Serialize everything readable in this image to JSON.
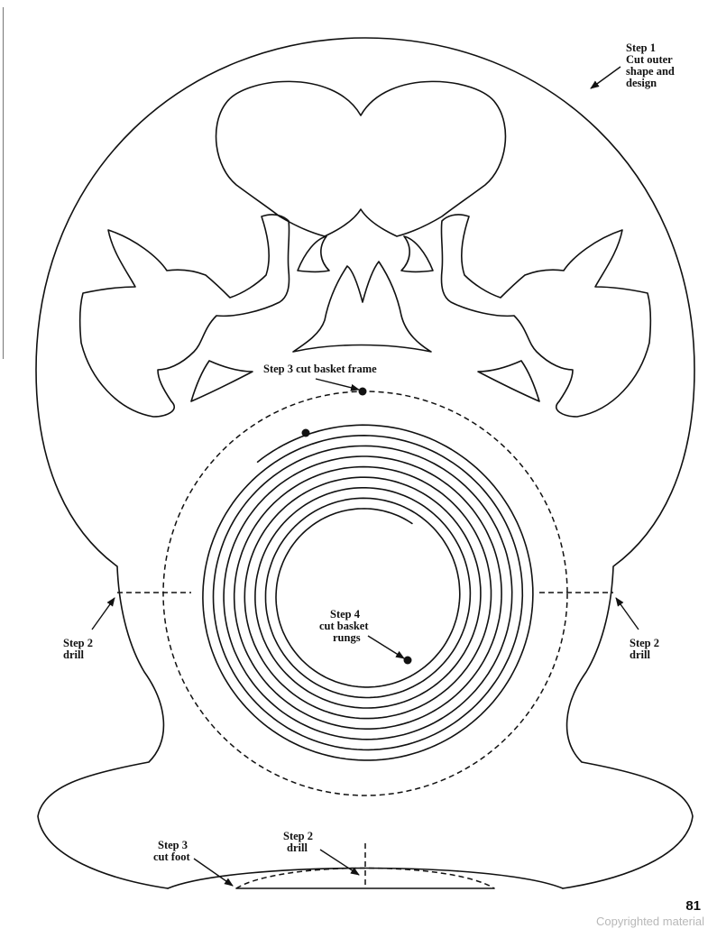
{
  "labels": {
    "step1": [
      "Step 1",
      "Cut outer",
      "shape and",
      "design"
    ],
    "step3_frame": "Step 3 cut basket frame",
    "step2_left": [
      "Step 2",
      "drill"
    ],
    "step2_right": [
      "Step 2",
      "drill"
    ],
    "step4": [
      "Step 4",
      "cut basket",
      "rungs"
    ],
    "step3_foot": [
      "Step 3",
      "cut foot"
    ],
    "step2_bottom": [
      "Step 2",
      "drill"
    ]
  },
  "footer": {
    "page_number": "81",
    "copyright": "Copyrighted material"
  }
}
